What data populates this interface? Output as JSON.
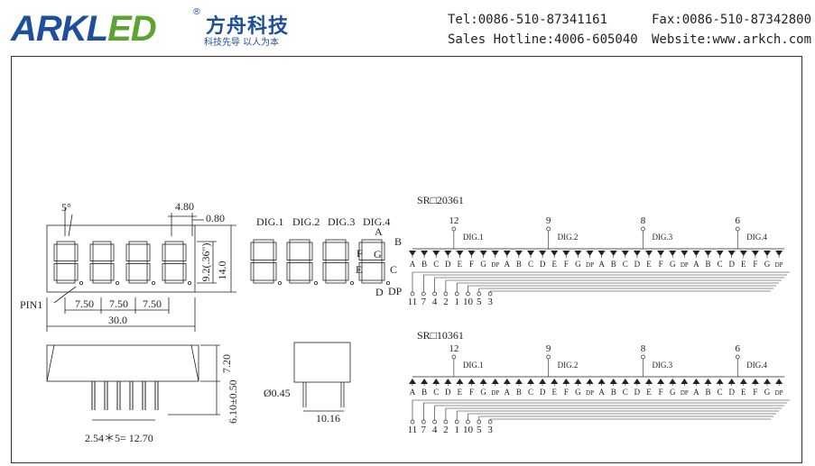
{
  "header": {
    "brand_main": "ARKL",
    "brand_accent": "ED",
    "registered_mark": "®",
    "company_cn": "方舟科技",
    "slogan_cn": "科技先导  以人为本",
    "tel": "Tel:0086-510-87341161",
    "fax": "Fax:0086-510-87342800",
    "hotline": "Sales Hotline:4006-605040",
    "website": "Website:www.arkch.com"
  },
  "front_view": {
    "dims": {
      "seg_angle": "5°",
      "width_480": "4.80",
      "dp_080": "0.80",
      "digit_height": "9.2(.36\")",
      "body_height": "14.0",
      "pin1": "PIN1",
      "pitch_1": "7.50",
      "pitch_2": "7.50",
      "pitch_3": "7.50",
      "total_width": "30.0"
    }
  },
  "digit_labels": {
    "dig1": "DIG.1",
    "dig2": "DIG.2",
    "dig3": "DIG.3",
    "dig4": "DIG.4",
    "seg_a": "A",
    "seg_b": "B",
    "seg_c": "C",
    "seg_d": "D",
    "seg_e": "E",
    "seg_f": "F",
    "seg_g": "G",
    "seg_dp": "DP"
  },
  "side_view": {
    "height_720": "7.20",
    "pin_length": "6.10±0.50",
    "pin_pitch": "2.54＊5= 12.70"
  },
  "end_view": {
    "pin_diameter": "Ø0.45",
    "depth": "10.16"
  },
  "schematic_top": {
    "part_number": "SR□20361",
    "common_pins": [
      "12",
      "9",
      "8",
      "6"
    ],
    "digits": [
      "DIG.1",
      "DIG.2",
      "DIG.3",
      "DIG.4"
    ],
    "segment_labels": [
      "A",
      "B",
      "C",
      "D",
      "E",
      "F",
      "G",
      "DP"
    ],
    "bottom_pins": [
      "11",
      "7",
      "4",
      "2",
      "1",
      "10",
      "5",
      "3"
    ]
  },
  "schematic_bottom": {
    "part_number": "SR□10361",
    "common_pins": [
      "12",
      "9",
      "8",
      "6"
    ],
    "digits": [
      "DIG.1",
      "DIG.2",
      "DIG.3",
      "DIG.4"
    ],
    "segment_labels": [
      "A",
      "B",
      "C",
      "D",
      "E",
      "F",
      "G",
      "DP"
    ],
    "bottom_pins": [
      "11",
      "7",
      "4",
      "2",
      "1",
      "10",
      "5",
      "3"
    ]
  }
}
